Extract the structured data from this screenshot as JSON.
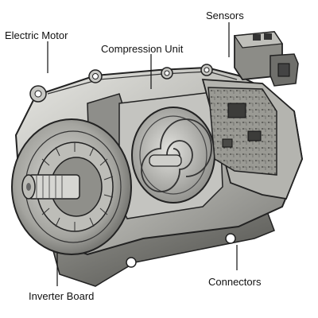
{
  "labels": {
    "electric_motor": "Electric Motor",
    "compression_unit": "Compression Unit",
    "sensors": "Sensors",
    "connectors": "Connectors",
    "inverter_board": "Inverter Board"
  },
  "colors": {
    "ink": "#111111",
    "metal_light": "#d9d9d6",
    "metal_mid": "#a8a8a4",
    "metal_dark": "#5c5c58",
    "board": "#8a8a84",
    "background": "#ffffff"
  }
}
